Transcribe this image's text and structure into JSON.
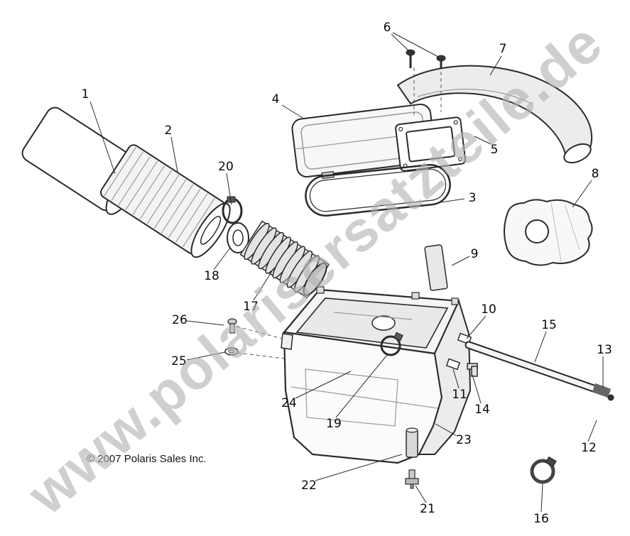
{
  "watermark": {
    "text": "www.polarisersatzteile.de",
    "color": "#b2b2b2"
  },
  "footer": {
    "copyright": "© 2007 Polaris Sales Inc."
  },
  "colors": {
    "ink": "#2a2a2a",
    "shade": "#ececec"
  },
  "callouts": [
    {
      "number": "1"
    },
    {
      "number": "2"
    },
    {
      "number": "3"
    },
    {
      "number": "4"
    },
    {
      "number": "5"
    },
    {
      "number": "6"
    },
    {
      "number": "7"
    },
    {
      "number": "8"
    },
    {
      "number": "9"
    },
    {
      "number": "10"
    },
    {
      "number": "11"
    },
    {
      "number": "12"
    },
    {
      "number": "13"
    },
    {
      "number": "14"
    },
    {
      "number": "15"
    },
    {
      "number": "16"
    },
    {
      "number": "17"
    },
    {
      "number": "18"
    },
    {
      "number": "19"
    },
    {
      "number": "20"
    },
    {
      "number": "21"
    },
    {
      "number": "22"
    },
    {
      "number": "23"
    },
    {
      "number": "24"
    },
    {
      "number": "25"
    },
    {
      "number": "26"
    }
  ]
}
